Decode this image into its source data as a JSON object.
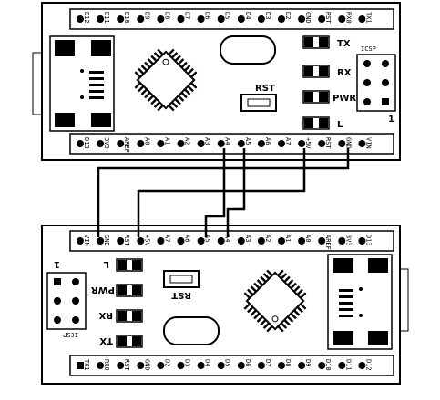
{
  "board_top": {
    "top_pins": [
      "D12",
      "D11",
      "D10",
      "D9",
      "D8",
      "D7",
      "D6",
      "D5",
      "D4",
      "D3",
      "D2",
      "GND",
      "RST",
      "RX0",
      "TX1"
    ],
    "bottom_pins": [
      "D13",
      "3V3",
      "AREF",
      "A0",
      "A1",
      "A2",
      "A3",
      "A4",
      "A5",
      "A6",
      "A7",
      "+5V",
      "RST",
      "GND",
      "VIN"
    ],
    "leds": [
      "TX",
      "RX",
      "PWR",
      "L"
    ],
    "reset_label": "RST",
    "icsp_label": "ICSP",
    "pin1_label": "1"
  },
  "board_bottom": {
    "top_pins": [
      "VIN",
      "GND",
      "RST",
      "+5V",
      "A7",
      "A6",
      "A5",
      "A4",
      "A3",
      "A2",
      "A1",
      "A0",
      "AREF",
      "3V3",
      "D13"
    ],
    "bottom_pins": [
      "TX1",
      "RX0",
      "RST",
      "GND",
      "D2",
      "D3",
      "D4",
      "D5",
      "D6",
      "D7",
      "D8",
      "D9",
      "D10",
      "D11",
      "D12"
    ],
    "leds": [
      "L",
      "PWR",
      "RX",
      "TX"
    ],
    "reset_label": "RST",
    "icsp_label": "ICSP",
    "pin1_label": "1"
  },
  "wire_color": "#000000"
}
